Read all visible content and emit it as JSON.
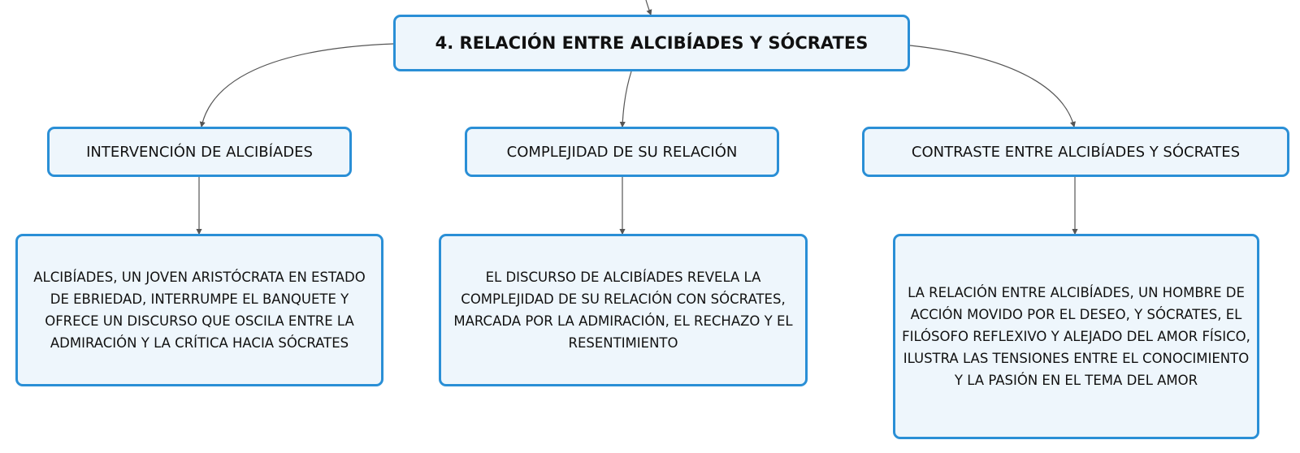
{
  "main_topic": {
    "label": "4. RELACIÓN ENTRE ALCIBÍADES Y SÓCRATES"
  },
  "branches": [
    {
      "label": "INTERVENCIÓN DE ALCIBÍADES",
      "detail": "ALCIBÍADES, UN JOVEN ARISTÓCRATA EN ESTADO DE EBRIEDAD, INTERRUMPE EL BANQUETE Y OFRECE UN DISCURSO QUE OSCILA ENTRE LA ADMIRACIÓN Y LA CRÍTICA HACIA SÓCRATES"
    },
    {
      "label": "COMPLEJIDAD DE SU RELACIÓN",
      "detail": "EL DISCURSO DE ALCIBÍADES REVELA LA COMPLEJIDAD DE SU RELACIÓN CON SÓCRATES, MARCADA POR LA ADMIRACIÓN, EL RECHAZO Y EL RESENTIMIENTO"
    },
    {
      "label": "CONTRASTE ENTRE ALCIBÍADES Y SÓCRATES",
      "detail": "LA RELACIÓN ENTRE ALCIBÍADES, UN HOMBRE DE ACCIÓN MOVIDO POR EL DESEO, Y SÓCRATES, EL FILÓSOFO REFLEXIVO Y ALEJADO DEL AMOR FÍSICO, ILUSTRA LAS TENSIONES ENTRE EL CONOCIMIENTO Y LA PASIÓN EN EL TEMA DEL AMOR"
    }
  ],
  "colors": {
    "node_border": "#2a8fd6",
    "node_fill": "#eef6fc",
    "connector": "#555555",
    "text": "#111111"
  }
}
